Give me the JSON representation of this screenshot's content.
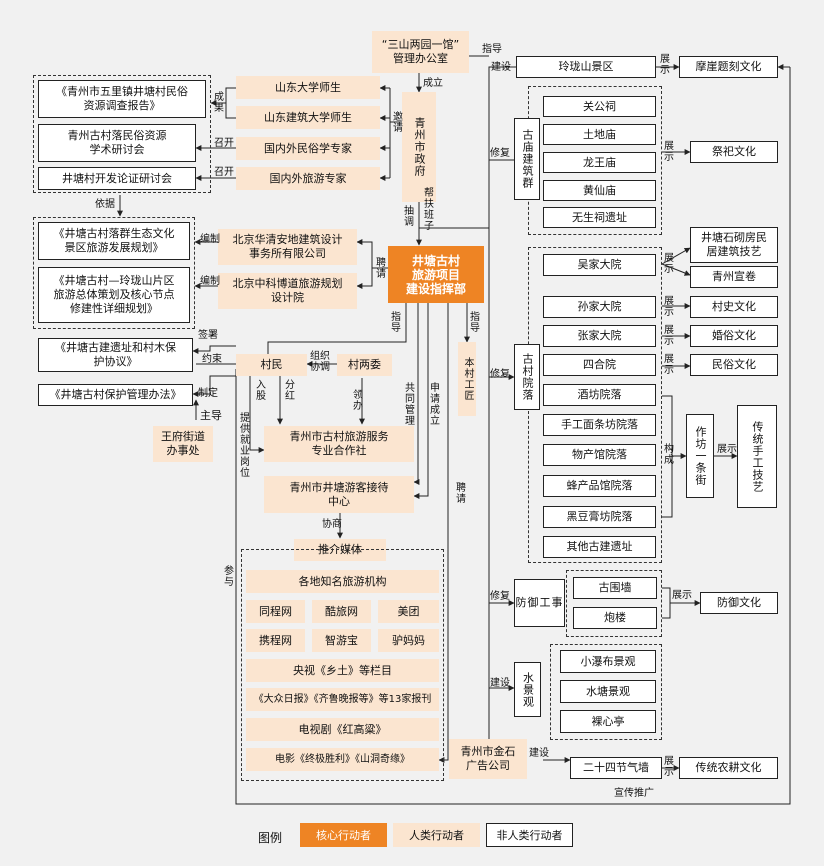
{
  "nodes": {
    "office": "“三山两园一馆”\n管理办公室",
    "gov": "青州市政府",
    "hq": "井塘古村\n旅游项目\n建设指挥部",
    "sdu": "山东大学师生",
    "sjzu": "山东建筑大学师生",
    "folk": "国内外民俗学专家",
    "tour": "国内外旅游专家",
    "rpt1": "《青州市五里镇井塘村民俗\n资源调查报告》",
    "conf": "青州古村落民俗资源\n学术研讨会",
    "seminar": "井塘村开发论证研讨会",
    "plan1": "《井塘古村落群生态文化\n景区旅游发展规划》",
    "plan2": "《井塘古村—玲珑山片区\n旅游总体策划及核心节点\n修建性详细规划》",
    "inst1": "北京华清安地建筑设计\n事务所有限公司",
    "inst2": "北京中科博道旅游规划\n设计院",
    "prot1": "《井塘古建遗址和村木保\n护协议》",
    "prot2": "《井塘古村保护管理办法》",
    "villagers": "村民",
    "committee": "村两委",
    "wangfu": "王府街道\n办事处",
    "coop": "青州市古村旅游服务\n专业合作社",
    "center": "青州市井塘游客接待\n中心",
    "craftsman": "本村工匠",
    "media": "推介媒体",
    "jinshi": "青州市金石\n广告公司",
    "linglong": "玲珑山景区",
    "moya": "摩崖题刻文化",
    "temple_group": "古庙建筑群",
    "temples": [
      "关公祠",
      "土地庙",
      "龙王庙",
      "黄仙庙",
      "无生祠遗址"
    ],
    "jisi": "祭祀文化",
    "courtyard_group": "古村院落",
    "courtyards": [
      "吴家大院",
      "孙家大院",
      "张家大院",
      "四合院",
      "酒坊院落",
      "手工面条坊院落",
      "物产馆院落",
      "蜂产品馆院落",
      "黑豆膏坊院落",
      "其他古建遗址"
    ],
    "stone": "井塘石砌房民\n居建筑技艺",
    "xuanjuan": "青州宣卷",
    "cunshi": "村史文化",
    "hunsu": "婚俗文化",
    "minsu": "民俗文化",
    "workshop": "作坊一条街",
    "craft": "传统手工技艺",
    "defense_group": "防御工事",
    "walls": [
      "古围墙",
      "炮楼"
    ],
    "fangyu": "防御文化",
    "water_group": "水景观",
    "waters": [
      "小瀑布景观",
      "水塘景观",
      "裸心亭"
    ],
    "solar": "二十四节气墙",
    "farming": "传统农耕文化",
    "media_items": [
      "各地知名旅游机构",
      "同程网",
      "酷旅网",
      "美团",
      "携程网",
      "智游宝",
      "驴妈妈",
      "央视《乡土》等栏目",
      "《大众日报》《齐鲁晚报等》等13家报刊",
      "电视剧《红高粱》",
      "电影《终极胜利》《山洞奇缘》"
    ]
  },
  "labels": {
    "chengli": "成立",
    "yaoqing": "邀请",
    "chengguo": "成果",
    "zhaokai1": "召开",
    "zhaokai2": "召开",
    "yiju": "依据",
    "bianzhi1": "编制",
    "bianzhi2": "编制",
    "pinqing": "聘请",
    "chouqiao": "抽调",
    "bangfu": "帮扶班子",
    "zhidao_top": "指导",
    "jianshe_top": "建设",
    "zhanshi": "展示",
    "xiufu": "修复",
    "qianshu": "签署",
    "yueshu": "约束",
    "zhiding": "制定",
    "zhudao": "主导",
    "zhidao1": "指导",
    "zhidao2": "指导",
    "zuzhi": "组织\n协调",
    "rugu": "入股",
    "fenhong": "分红",
    "lingban": "领办",
    "gongtong": "共同管理",
    "shenqing": "申请成立",
    "tigong": "提供就业岗位",
    "canyu": "参与",
    "xieshang": "协商",
    "pinqing2": "聘请",
    "jianshe": "建设",
    "gouchen": "构成",
    "xuanchuan": "宣传推广"
  },
  "legend": {
    "title": "图例",
    "core": "核心行动者",
    "human": "人类行动者",
    "nonhuman": "非人类行动者"
  },
  "colors": {
    "core": "#ee8424",
    "human": "#fbe5d0",
    "nonhuman": "#ffffff",
    "line": "#222222"
  }
}
